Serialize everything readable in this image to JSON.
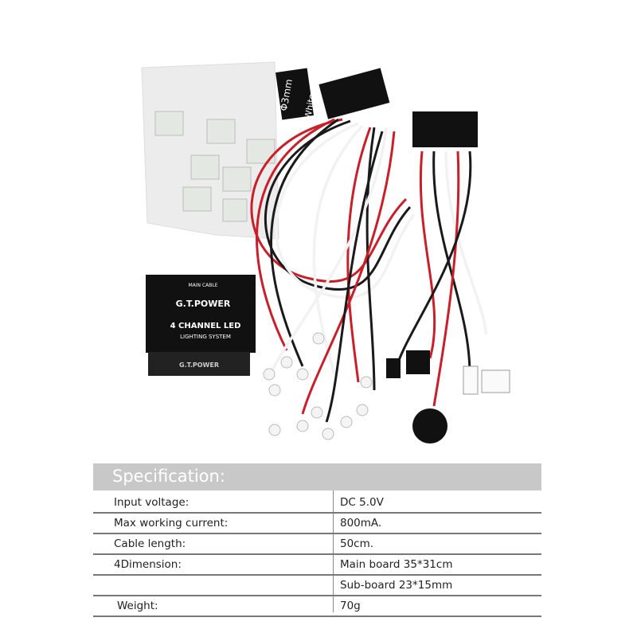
{
  "product": {
    "box_brand": "G.T.POWER",
    "box_line1": "4 CHANNEL LED",
    "box_line2": "LIGHTING SYSTEM",
    "box_port": "MAIN CABLE",
    "tag_1": "Φ3mm",
    "tag_2": "White",
    "colors": {
      "red": "#c8202a",
      "black": "#1a1a1a",
      "white": "#f2f2f2",
      "box": "#111111"
    }
  },
  "spec": {
    "title": "Specification:",
    "rows": [
      {
        "label": "Input voltage:",
        "value": "DC 5.0V"
      },
      {
        "label": "Max working current:",
        "value": "800mA."
      },
      {
        "label": "Cable length:",
        "value": "50cm."
      },
      {
        "label": "4Dimension:",
        "value": "Main board 35*31cm"
      },
      {
        "label": "",
        "value": "Sub-board 23*15mm"
      },
      {
        "label": "Weight:",
        "value": "70g"
      }
    ]
  }
}
